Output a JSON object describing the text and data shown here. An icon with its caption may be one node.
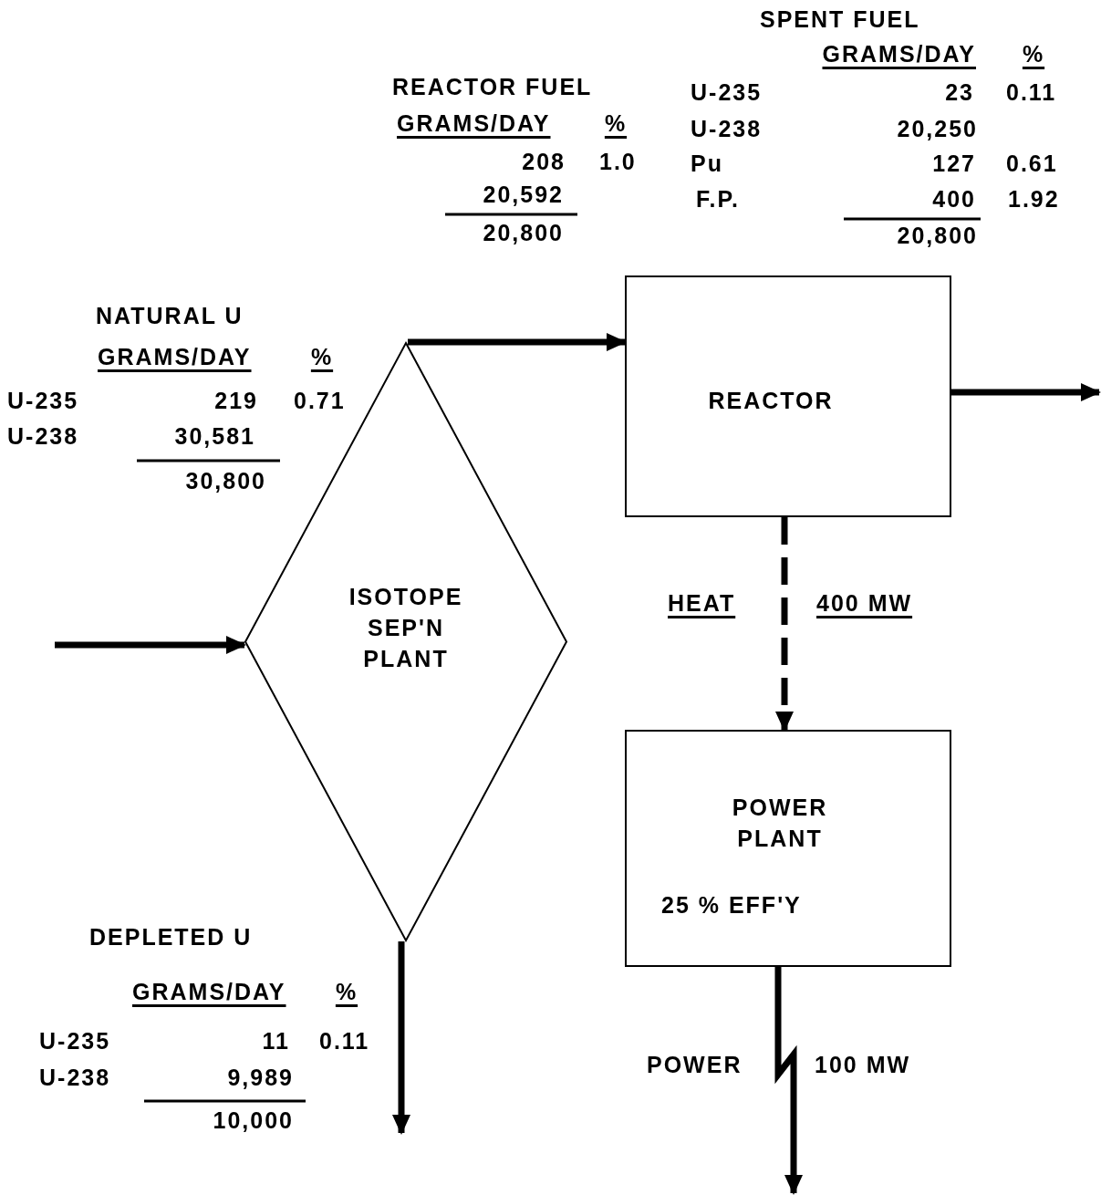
{
  "diagram": {
    "nodes": [
      {
        "text": [
          "ISOTOPE SEP'N PLANT"
        ]
      },
      {
        "text": [
          "REACTOR"
        ]
      },
      {
        "text": [
          "POWER PLANT",
          "25 % EFF'Y"
        ]
      }
    ],
    "edges": [
      {
        "from": null,
        "to": 0,
        "arrow": "to"
      },
      {
        "from": 0,
        "to": 1,
        "arrow": "to"
      },
      {
        "from": 1,
        "to": null,
        "arrow": "to"
      },
      {
        "from": 1,
        "to": 2,
        "arrow": "to",
        "style": "dashed"
      },
      {
        "from": 0,
        "to": null,
        "arrow": "to"
      },
      {
        "from": 2,
        "to": null,
        "arrow": "to"
      }
    ],
    "labels": [
      "SPENT FUEL",
      "GRAMS/DAY",
      "%",
      "U-235",
      "23",
      "0.11",
      "U-238",
      "20,250",
      "Pu",
      "127",
      "0.61",
      "F.P.",
      "400",
      "1.92",
      "20,800",
      "REACTOR FUEL",
      "GRAMS/DAY",
      "%",
      "208",
      "1.0",
      "20,592",
      "20,800",
      "NATURAL U",
      "GRAMS/DAY",
      "%",
      "U-235",
      "219",
      "0.71",
      "U-238",
      "30,581",
      "30,800",
      "HEAT",
      "400 MW",
      "DEPLETED U",
      "GRAMS/DAY",
      "%",
      "U-235",
      "11",
      "0.11",
      "U-238",
      "9,989",
      "10,000",
      "POWER",
      "100 MW"
    ]
  }
}
